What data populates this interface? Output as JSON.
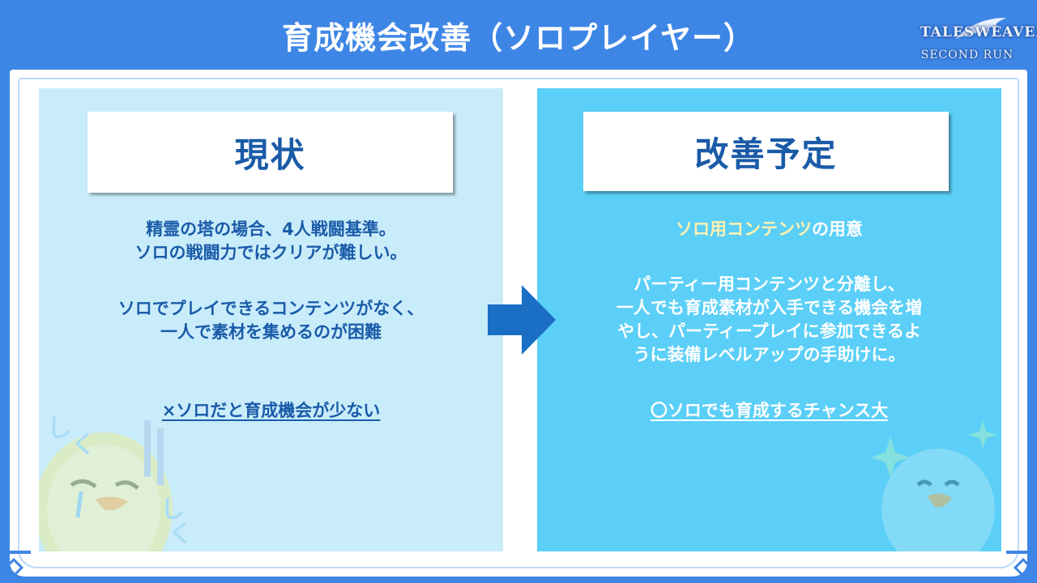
{
  "header": {
    "title": "育成機会改善（ソロプレイヤー）",
    "logo_line1": "TALESWEAVER",
    "logo_line2": "SECOND RUN"
  },
  "left": {
    "heading": "現状",
    "lines": [
      "精霊の塔の場合、4人戦闘基準。",
      "ソロの戦闘力ではクリアが難しい。",
      "ソロでプレイできるコンテンツがなく、",
      "一人で素材を集めるのが困難"
    ],
    "conclusion": "×ソロだと育成機会が少ない",
    "deco_text": "しくしく"
  },
  "right": {
    "heading": "改善予定",
    "subtitle_highlight": "ソロ用コンテンツ",
    "subtitle_rest": "の用意",
    "lines": [
      "パーティー用コンテンツと分離し、",
      "一人でも育成素材が入手できる機会を増",
      "やし、パーティープレイに参加できるよ",
      "うに装備レベルアップの手助けに。"
    ],
    "conclusion": "〇ソロでも育成するチャンス大"
  },
  "colors": {
    "header_blue": "#3e86e6",
    "left_panel": "#c9ecfb",
    "right_panel": "#5bcff7",
    "text_blue": "#1a5ba8",
    "arrow_blue": "#1a6fc4",
    "highlight_yellow": "#fff2b0"
  },
  "icons": {
    "arrow": "right-arrow-icon",
    "mascot_left": "crying-mascot",
    "mascot_right": "laughing-mascot"
  }
}
